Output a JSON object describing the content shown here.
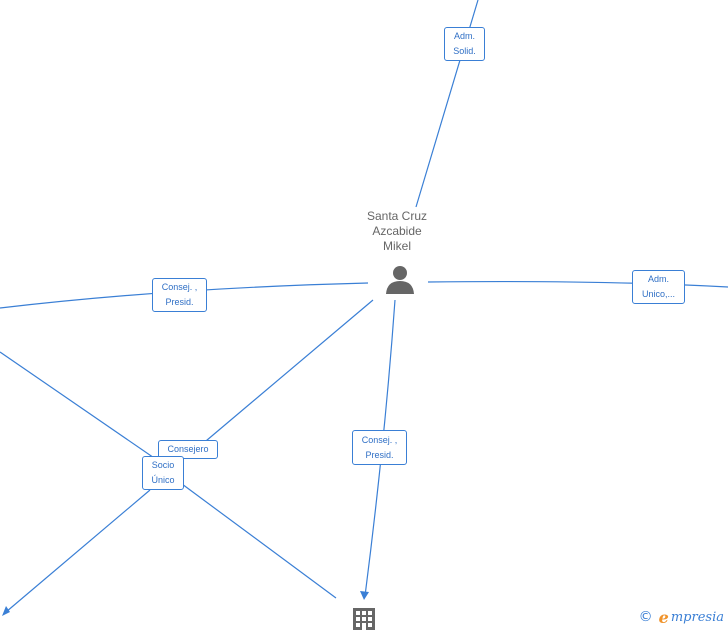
{
  "center_person": {
    "name_lines": [
      "Santa Cruz",
      "Azcabide",
      "Mikel"
    ]
  },
  "relations": {
    "adm_solid": [
      "Adm.",
      "Solid."
    ],
    "consej_presid_left": [
      "Consej. ,",
      "Presid."
    ],
    "adm_unico": [
      "Adm.",
      "Unico,..."
    ],
    "consejero": [
      "Consejero"
    ],
    "socio_unico": [
      "Socio",
      "Único"
    ],
    "consej_presid_bottom": [
      "Consej. ,",
      "Presid."
    ]
  },
  "brand": {
    "copyright_symbol": "©",
    "e_letter": "e",
    "rest": "mpresia"
  },
  "colors": {
    "edge": "#3a7fd5",
    "label_text": "#2f6fc5",
    "icon": "#666666",
    "brand_accent": "#f0932b"
  },
  "icons": {
    "person": "person-icon",
    "company": "building-icon"
  }
}
